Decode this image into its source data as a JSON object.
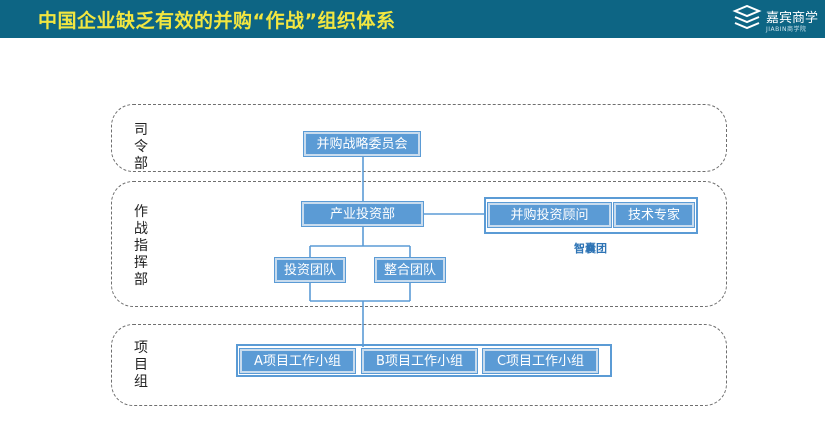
{
  "header": {
    "title": "中国企业缺乏有效的并购“作战”组织体系",
    "logo_name": "嘉宾商学",
    "logo_sub": "JIABIN商学院"
  },
  "sections": {
    "command": "司令部",
    "combat": "作战指挥部",
    "project": "项目组"
  },
  "nodes": {
    "ma_committee": "并购战略委员会",
    "industry_investment": "产业投资部",
    "ma_advisor": "并购投资顾问",
    "tech_expert": "技术专家",
    "think_tank": "智囊团",
    "investment_team": "投资团队",
    "integration_team": "整合团队",
    "group_a": "A项目工作小组",
    "group_b": "B项目工作小组",
    "group_c": "C项目工作小组"
  },
  "colors": {
    "header_bg": "#0d6584",
    "title": "#f2e640",
    "node_fill": "#5b9bd5",
    "line": "#5b9bd5"
  }
}
